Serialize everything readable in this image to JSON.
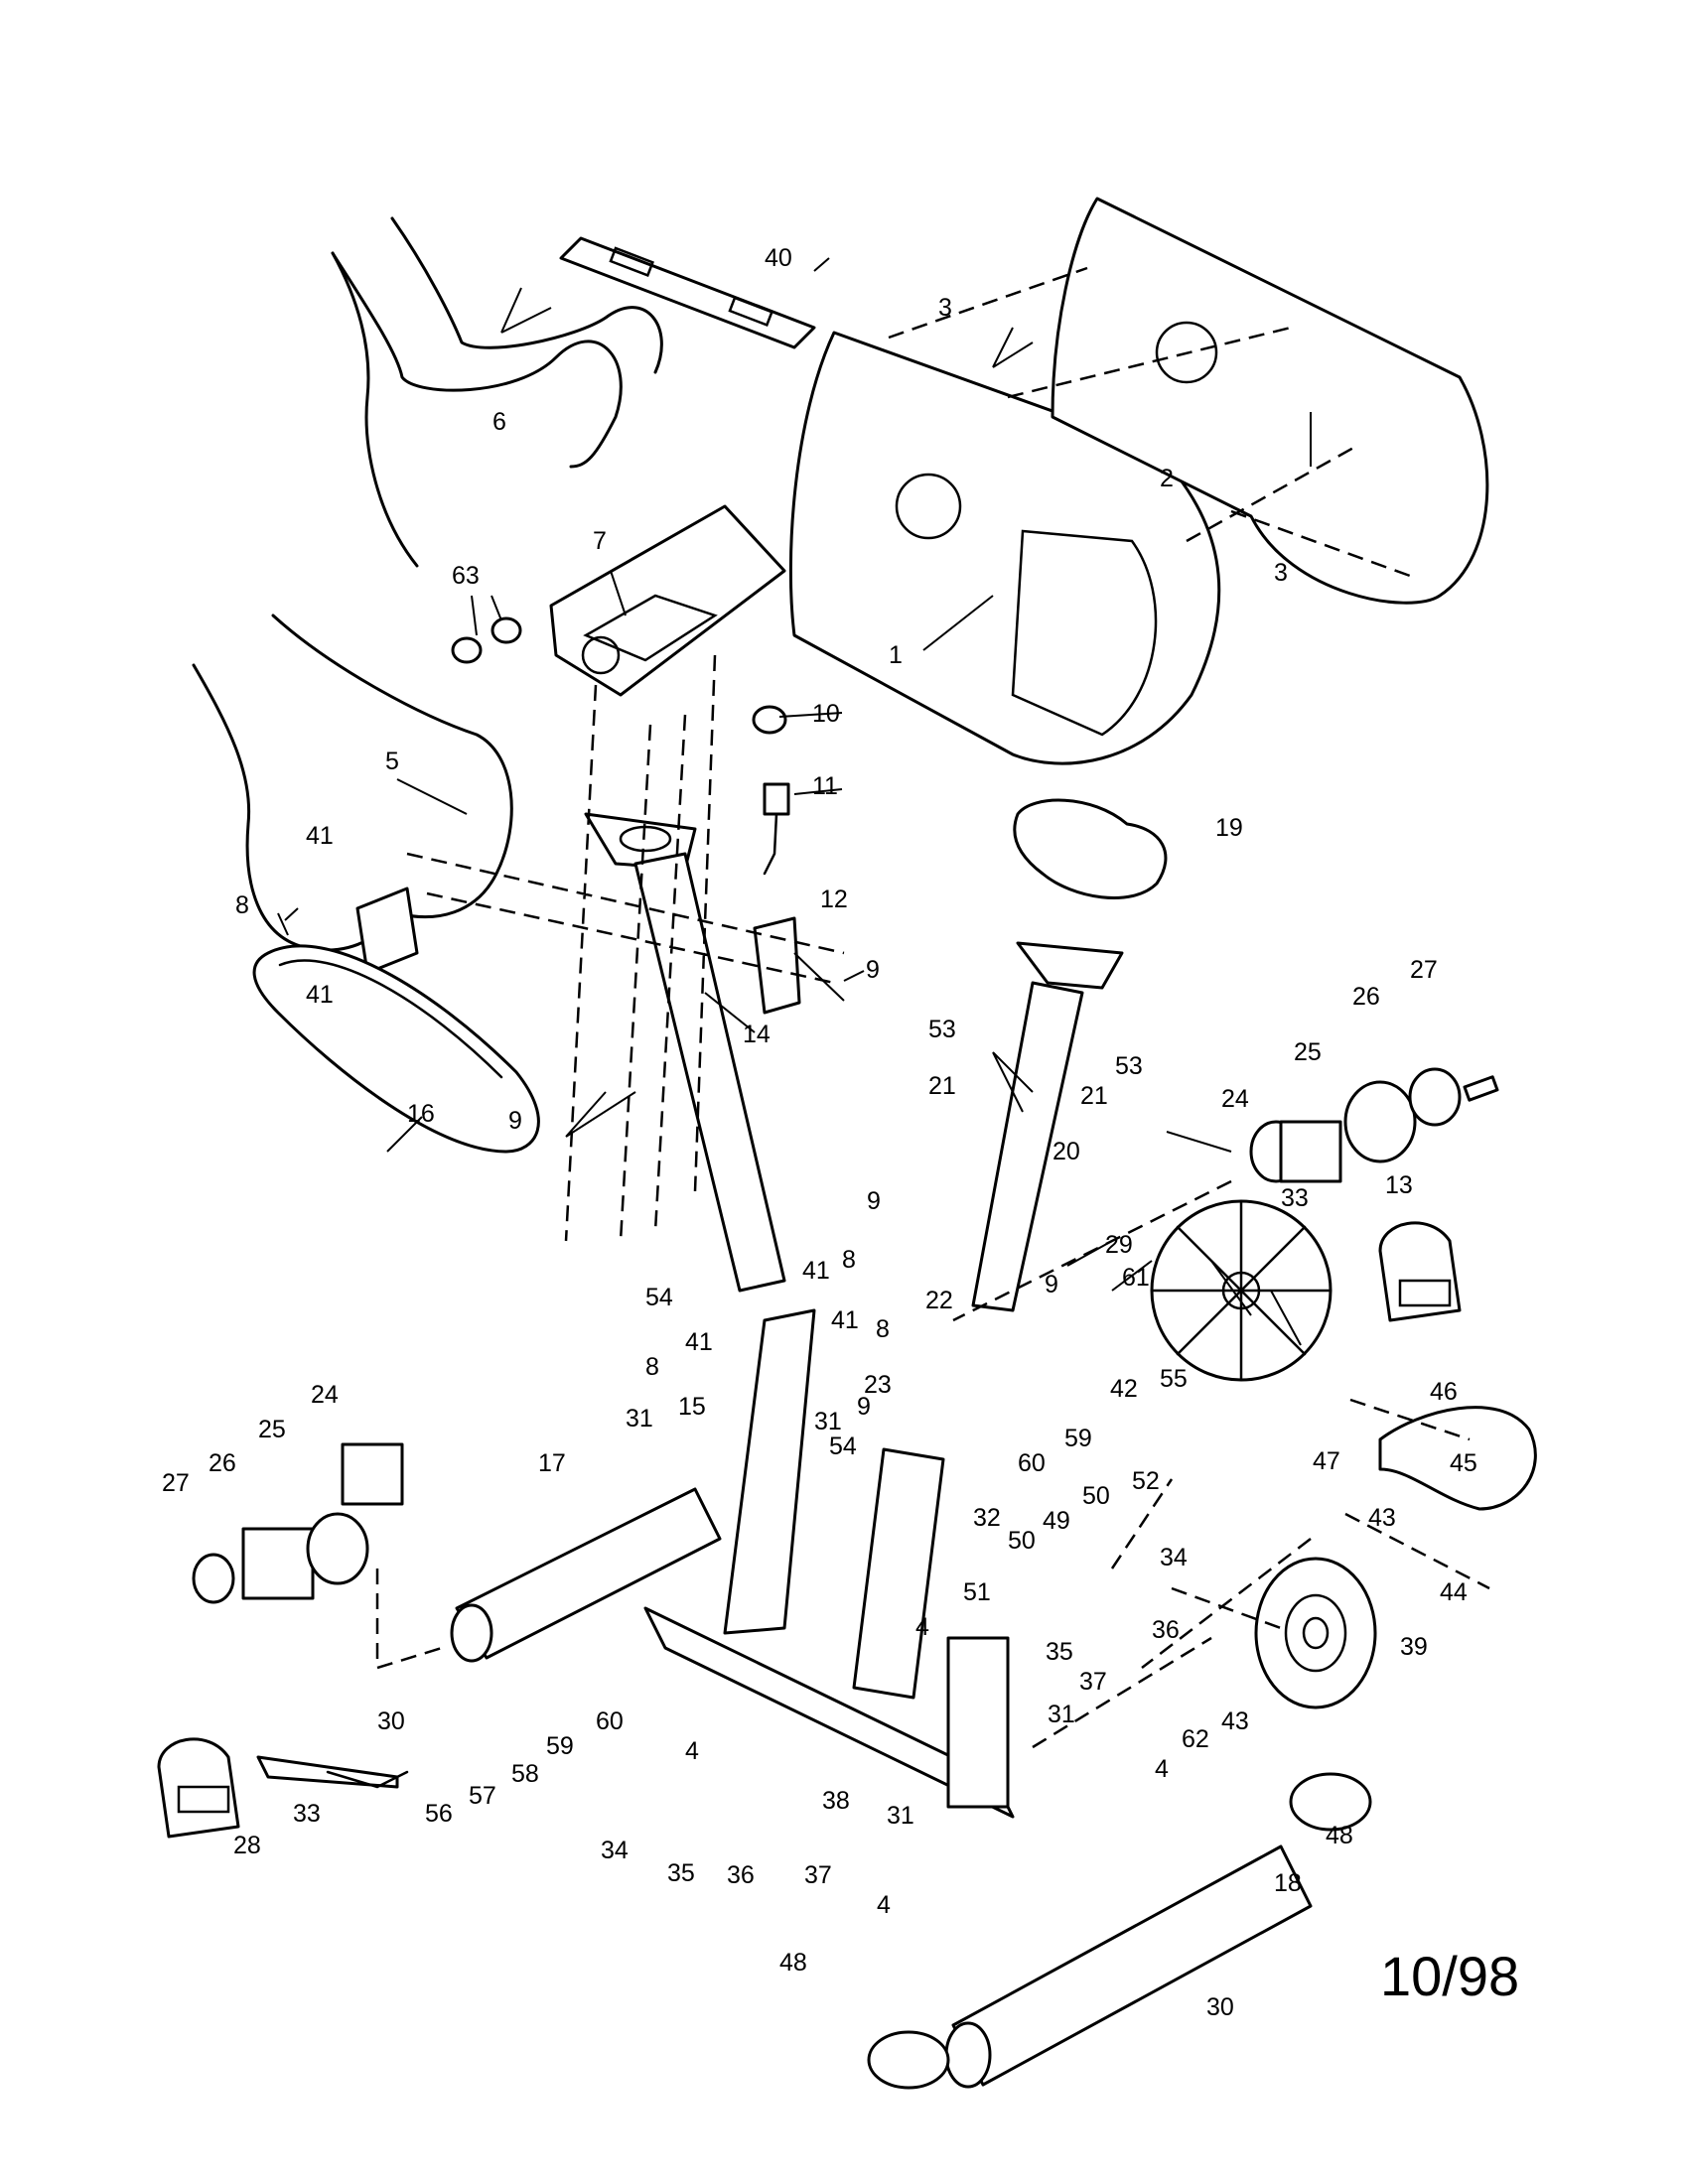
{
  "date_code": "10/98",
  "callouts": [
    {
      "id": "c-40",
      "text": "40"
    },
    {
      "id": "c-3a",
      "text": "3"
    },
    {
      "id": "c-3b",
      "text": "3"
    },
    {
      "id": "c-2",
      "text": "2"
    },
    {
      "id": "c-1",
      "text": "1"
    },
    {
      "id": "c-6",
      "text": "6"
    },
    {
      "id": "c-63",
      "text": "63"
    },
    {
      "id": "c-7",
      "text": "7"
    },
    {
      "id": "c-10",
      "text": "10"
    },
    {
      "id": "c-11",
      "text": "11"
    },
    {
      "id": "c-5",
      "text": "5"
    },
    {
      "id": "c-41a",
      "text": "41"
    },
    {
      "id": "c-8a",
      "text": "8"
    },
    {
      "id": "c-41b",
      "text": "41"
    },
    {
      "id": "c-12",
      "text": "12"
    },
    {
      "id": "c-9a",
      "text": "9"
    },
    {
      "id": "c-14",
      "text": "14"
    },
    {
      "id": "c-9b",
      "text": "9"
    },
    {
      "id": "c-19",
      "text": "19"
    },
    {
      "id": "c-53a",
      "text": "53"
    },
    {
      "id": "c-53b",
      "text": "53"
    },
    {
      "id": "c-21a",
      "text": "21"
    },
    {
      "id": "c-21b",
      "text": "21"
    },
    {
      "id": "c-27a",
      "text": "27"
    },
    {
      "id": "c-26a",
      "text": "26"
    },
    {
      "id": "c-25a",
      "text": "25"
    },
    {
      "id": "c-24a",
      "text": "24"
    },
    {
      "id": "c-16",
      "text": "16"
    },
    {
      "id": "c-20",
      "text": "20"
    },
    {
      "id": "c-9c",
      "text": "9"
    },
    {
      "id": "c-33a",
      "text": "33"
    },
    {
      "id": "c-13",
      "text": "13"
    },
    {
      "id": "c-29",
      "text": "29"
    },
    {
      "id": "c-61",
      "text": "61"
    },
    {
      "id": "c-9d",
      "text": "9"
    },
    {
      "id": "c-22",
      "text": "22"
    },
    {
      "id": "c-41c",
      "text": "41"
    },
    {
      "id": "c-8b",
      "text": "8"
    },
    {
      "id": "c-54a",
      "text": "54"
    },
    {
      "id": "c-41d",
      "text": "41"
    },
    {
      "id": "c-8c",
      "text": "8"
    },
    {
      "id": "c-41e",
      "text": "41"
    },
    {
      "id": "c-8d",
      "text": "8"
    },
    {
      "id": "c-23",
      "text": "23"
    },
    {
      "id": "c-55",
      "text": "55"
    },
    {
      "id": "c-42",
      "text": "42"
    },
    {
      "id": "c-59a",
      "text": "59"
    },
    {
      "id": "c-60a",
      "text": "60"
    },
    {
      "id": "c-46",
      "text": "46"
    },
    {
      "id": "c-47",
      "text": "47"
    },
    {
      "id": "c-45",
      "text": "45"
    },
    {
      "id": "c-24b",
      "text": "24"
    },
    {
      "id": "c-25b",
      "text": "25"
    },
    {
      "id": "c-26b",
      "text": "26"
    },
    {
      "id": "c-27b",
      "text": "27"
    },
    {
      "id": "c-15",
      "text": "15"
    },
    {
      "id": "c-31a",
      "text": "31"
    },
    {
      "id": "c-9e",
      "text": "9"
    },
    {
      "id": "c-31b",
      "text": "31"
    },
    {
      "id": "c-54b",
      "text": "54"
    },
    {
      "id": "c-17",
      "text": "17"
    },
    {
      "id": "c-32",
      "text": "32"
    },
    {
      "id": "c-50a",
      "text": "50"
    },
    {
      "id": "c-52",
      "text": "52"
    },
    {
      "id": "c-49",
      "text": "49"
    },
    {
      "id": "c-50b",
      "text": "50"
    },
    {
      "id": "c-34a",
      "text": "34"
    },
    {
      "id": "c-43a",
      "text": "43"
    },
    {
      "id": "c-44",
      "text": "44"
    },
    {
      "id": "c-51",
      "text": "51"
    },
    {
      "id": "c-4a",
      "text": "4"
    },
    {
      "id": "c-36a",
      "text": "36"
    },
    {
      "id": "c-35a",
      "text": "35"
    },
    {
      "id": "c-37a",
      "text": "37"
    },
    {
      "id": "c-39",
      "text": "39"
    },
    {
      "id": "c-30a",
      "text": "30"
    },
    {
      "id": "c-60b",
      "text": "60"
    },
    {
      "id": "c-59b",
      "text": "59"
    },
    {
      "id": "c-58",
      "text": "58"
    },
    {
      "id": "c-57",
      "text": "57"
    },
    {
      "id": "c-56",
      "text": "56"
    },
    {
      "id": "c-33b",
      "text": "33"
    },
    {
      "id": "c-28",
      "text": "28"
    },
    {
      "id": "c-4b",
      "text": "4"
    },
    {
      "id": "c-38",
      "text": "38"
    },
    {
      "id": "c-31c",
      "text": "31"
    },
    {
      "id": "c-4c",
      "text": "4"
    },
    {
      "id": "c-62",
      "text": "62"
    },
    {
      "id": "c-43b",
      "text": "43"
    },
    {
      "id": "c-48a",
      "text": "48"
    },
    {
      "id": "c-31d",
      "text": "31"
    },
    {
      "id": "c-34b",
      "text": "34"
    },
    {
      "id": "c-35b",
      "text": "35"
    },
    {
      "id": "c-36b",
      "text": "36"
    },
    {
      "id": "c-37b",
      "text": "37"
    },
    {
      "id": "c-4d",
      "text": "4"
    },
    {
      "id": "c-18",
      "text": "18"
    },
    {
      "id": "c-48b",
      "text": "48"
    },
    {
      "id": "c-30b",
      "text": "30"
    }
  ]
}
